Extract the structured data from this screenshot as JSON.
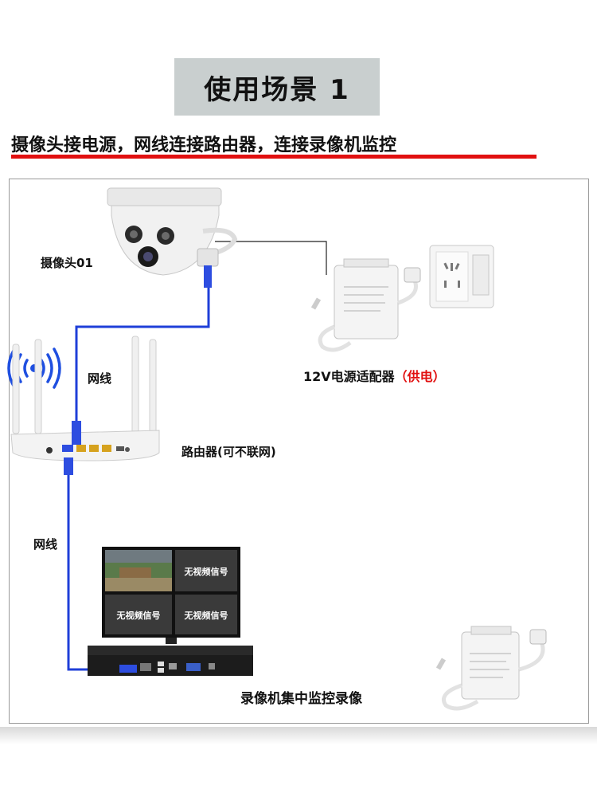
{
  "title": "使用场景 1",
  "subtitle": "摄像头接电源，网线连接路由器，连接录像机监控",
  "labels": {
    "camera": "摄像头01",
    "cable_top": "网线",
    "cable_bottom": "网线",
    "adapter": "12V电源适配器",
    "adapter_note": "（供电）",
    "router": "路由器(可不联网)",
    "nvr": "录像机集中监控录像"
  },
  "monitor": {
    "tiles": [
      "无视频信号",
      "无视频信号",
      "无视频信号"
    ]
  },
  "colors": {
    "title_bg": "#c9cfcf",
    "underline": "#e11010",
    "cable": "#1f3fd8",
    "highlight": "#e11010"
  }
}
